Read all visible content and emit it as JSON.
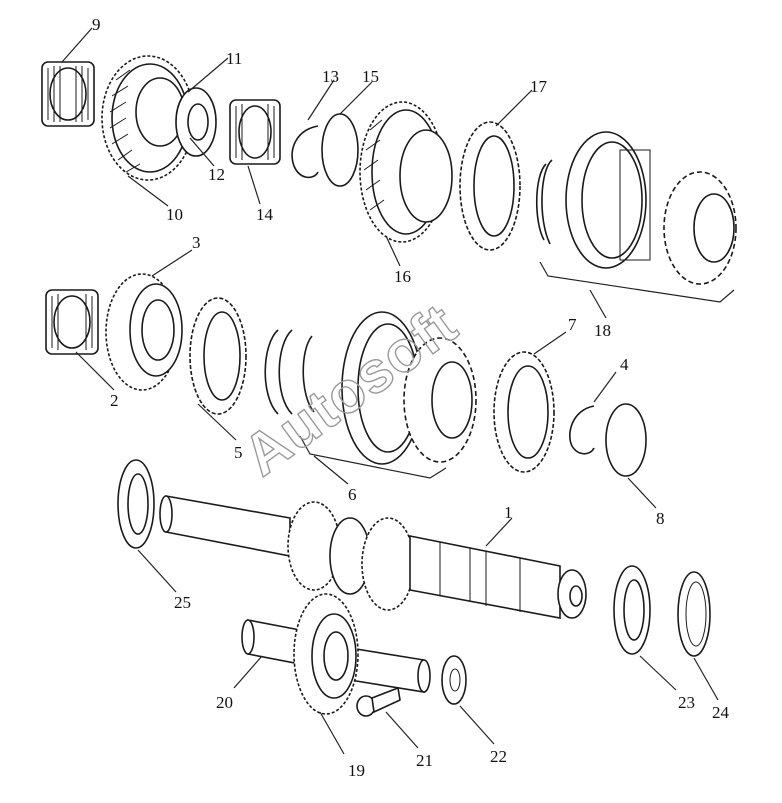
{
  "watermark": "Autosoft",
  "callouts": [
    {
      "id": "1",
      "label": "1"
    },
    {
      "id": "2",
      "label": "2"
    },
    {
      "id": "3",
      "label": "3"
    },
    {
      "id": "4",
      "label": "4"
    },
    {
      "id": "5",
      "label": "5"
    },
    {
      "id": "6",
      "label": "6"
    },
    {
      "id": "7",
      "label": "7"
    },
    {
      "id": "8",
      "label": "8"
    },
    {
      "id": "9",
      "label": "9"
    },
    {
      "id": "10",
      "label": "10"
    },
    {
      "id": "11",
      "label": "11"
    },
    {
      "id": "12",
      "label": "12"
    },
    {
      "id": "13",
      "label": "13"
    },
    {
      "id": "14",
      "label": "14"
    },
    {
      "id": "15",
      "label": "15"
    },
    {
      "id": "16",
      "label": "16"
    },
    {
      "id": "17",
      "label": "17"
    },
    {
      "id": "18",
      "label": "18"
    },
    {
      "id": "19",
      "label": "19"
    },
    {
      "id": "20",
      "label": "20"
    },
    {
      "id": "21",
      "label": "21"
    },
    {
      "id": "22",
      "label": "22"
    },
    {
      "id": "23",
      "label": "23"
    },
    {
      "id": "24",
      "label": "24"
    },
    {
      "id": "25",
      "label": "25"
    }
  ]
}
